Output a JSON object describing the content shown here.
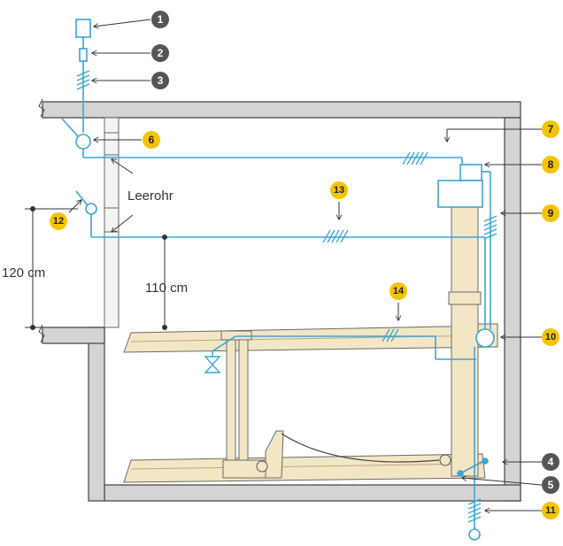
{
  "labels": {
    "conduit": "Leerohr",
    "height_120": "120 cm",
    "height_110": "110 cm"
  },
  "callouts": [
    {
      "id": "c1",
      "number": "1",
      "style": "dark"
    },
    {
      "id": "c2",
      "number": "2",
      "style": "dark"
    },
    {
      "id": "c3",
      "number": "3",
      "style": "dark"
    },
    {
      "id": "c4",
      "number": "4",
      "style": "dark"
    },
    {
      "id": "c5",
      "number": "5",
      "style": "dark"
    },
    {
      "id": "c6",
      "number": "6",
      "style": "yellow"
    },
    {
      "id": "c7",
      "number": "7",
      "style": "yellow"
    },
    {
      "id": "c8",
      "number": "8",
      "style": "yellow"
    },
    {
      "id": "c9",
      "number": "9",
      "style": "yellow"
    },
    {
      "id": "c10",
      "number": "10",
      "style": "yellow"
    },
    {
      "id": "c11",
      "number": "11",
      "style": "yellow"
    },
    {
      "id": "c12",
      "number": "12",
      "style": "yellow"
    },
    {
      "id": "c13",
      "number": "13",
      "style": "yellow"
    },
    {
      "id": "c14",
      "number": "14",
      "style": "yellow"
    }
  ],
  "colors": {
    "cable": "#3aa6d6",
    "wall": "#d4d4d4",
    "wall_edge": "#444444",
    "lift_fill": "#f3e6c4",
    "lift_edge": "#6a6a6a",
    "badge_dark": "#555555",
    "badge_yellow": "#f5c400"
  }
}
